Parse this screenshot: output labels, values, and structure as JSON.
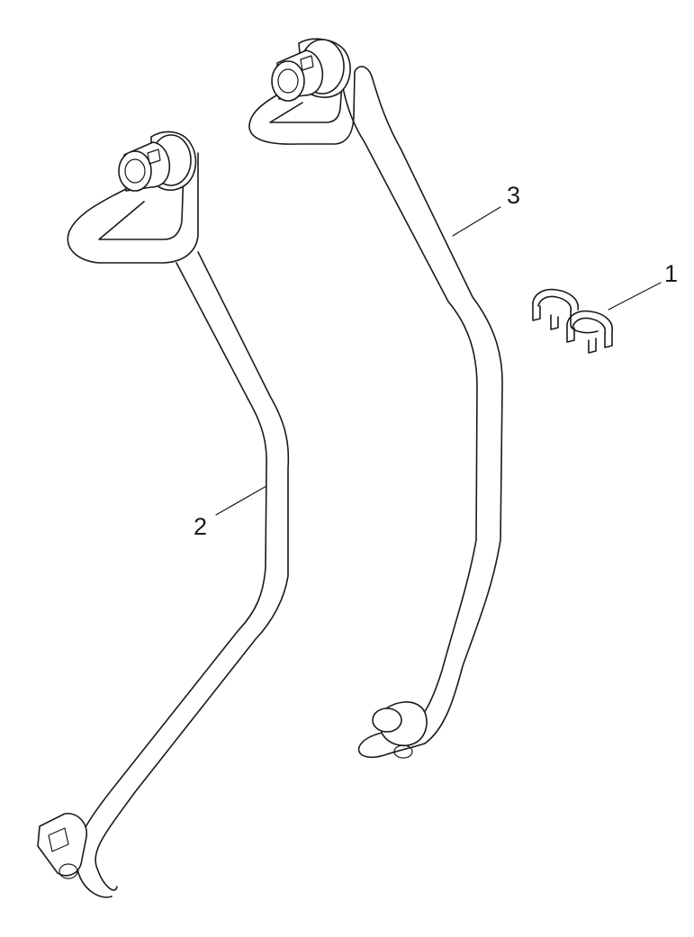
{
  "diagram": {
    "callouts": [
      {
        "id": "1",
        "label": "1",
        "part": "clip"
      },
      {
        "id": "2",
        "label": "2",
        "part": "pipe-short"
      },
      {
        "id": "3",
        "label": "3",
        "part": "pipe-long"
      }
    ],
    "colors": {
      "line": "#1a1a1a",
      "background": "#ffffff"
    }
  }
}
